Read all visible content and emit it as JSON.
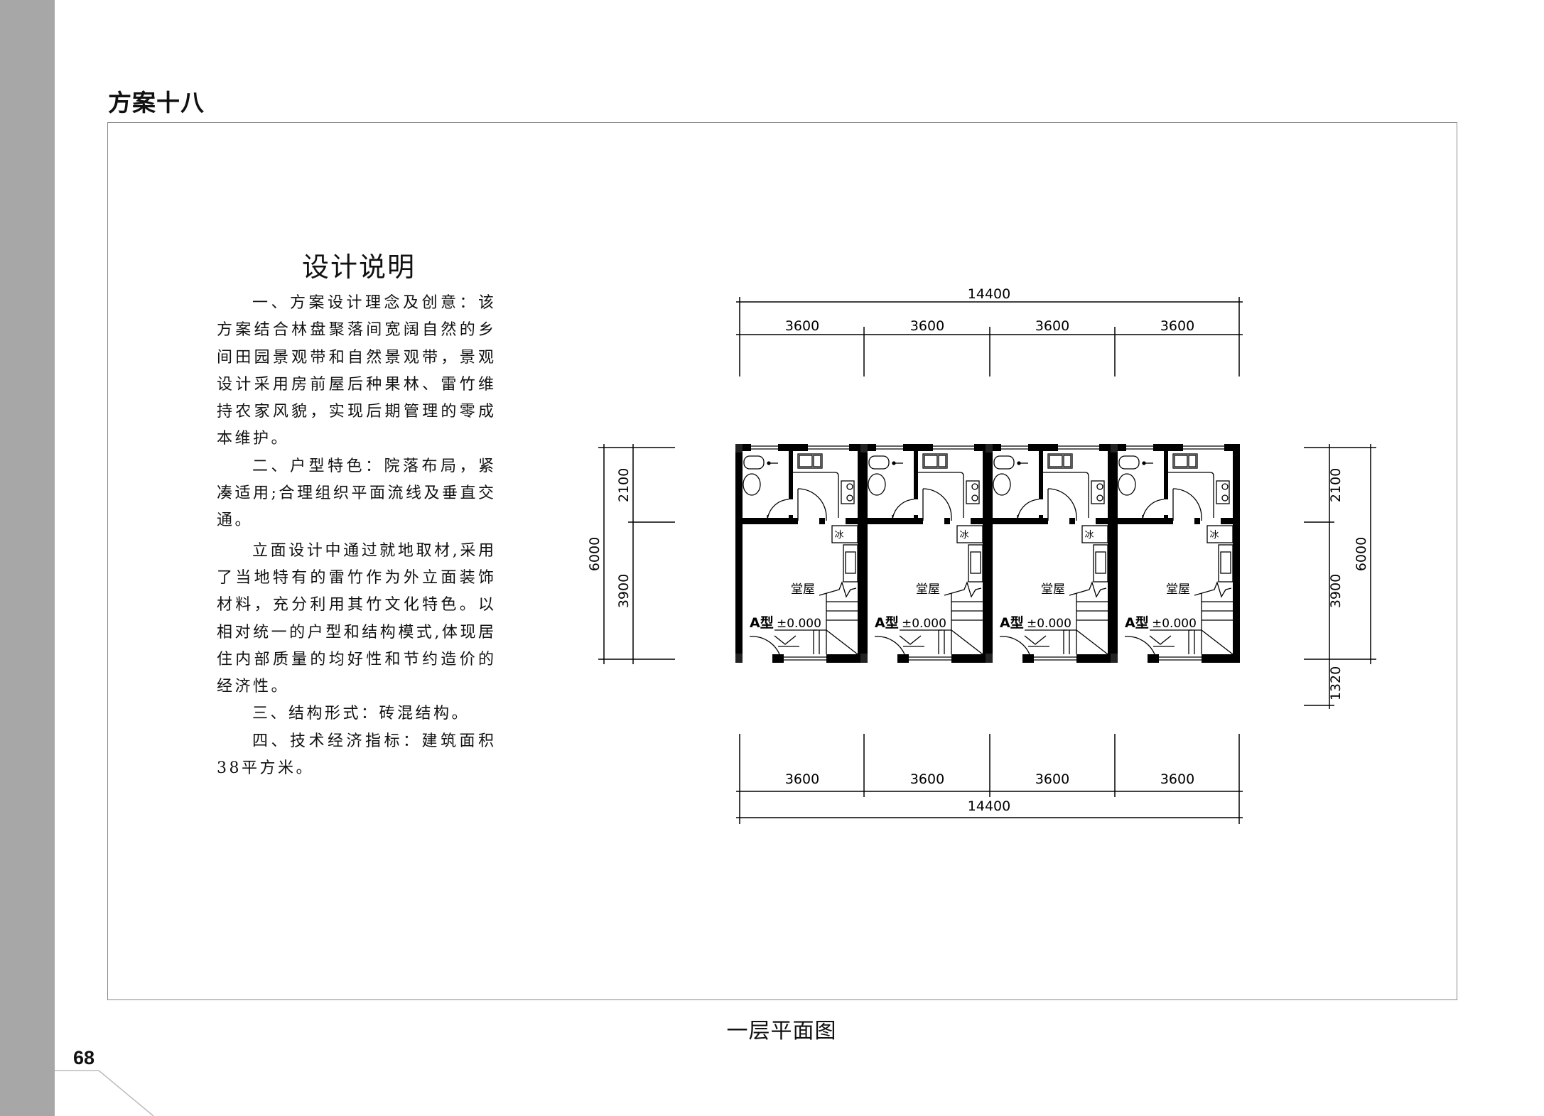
{
  "page": {
    "title": "方案十八",
    "page_number": "68",
    "caption": "一层平面图"
  },
  "notes": {
    "heading": "设计说明",
    "paragraphs": [
      [
        "一、方案设计理念及创意：该",
        "方案结合林盘聚落间宽阔自然的乡",
        "间田园景观带和自然景观带，景观",
        "设计采用房前屋后种果林、雷竹维",
        "持农家风貌，实现后期管理的零成",
        "本维护。"
      ],
      [
        "二、户型特色：院落布局，紧",
        "凑适用;合理组织平面流线及垂直交",
        "通。"
      ],
      [
        "立面设计中通过就地取材,采用",
        "了当地特有的雷竹作为外立面装饰",
        "材料，充分利用其竹文化特色。以",
        "相对统一的户型和结构模式,体现居",
        "住内部质量的均好性和节约造价的",
        "经济性。"
      ],
      [
        "三、结构形式：砖混结构。"
      ],
      [
        "四、技术经济指标：建筑面积",
        "38平方米。"
      ]
    ]
  },
  "plan": {
    "top_dims": {
      "total": "14400",
      "bays": [
        "3600",
        "3600",
        "3600",
        "3600"
      ]
    },
    "bottom_dims": {
      "total": "14400",
      "bays": [
        "3600",
        "3600",
        "3600",
        "3600"
      ]
    },
    "left_dims": {
      "total": "6000",
      "parts": [
        "2100",
        "3900"
      ]
    },
    "right_dims": {
      "total": "6000",
      "parts": [
        "2100",
        "3900",
        "1320"
      ]
    },
    "units": [
      {
        "room": "堂屋",
        "type": "A型",
        "elevation": "±0.000",
        "fridge": "冰"
      },
      {
        "room": "堂屋",
        "type": "A型",
        "elevation": "±0.000",
        "fridge": "冰"
      },
      {
        "room": "堂屋",
        "type": "A型",
        "elevation": "±0.000",
        "fridge": "冰"
      },
      {
        "room": "堂屋",
        "type": "A型",
        "elevation": "±0.000",
        "fridge": "冰"
      }
    ]
  }
}
